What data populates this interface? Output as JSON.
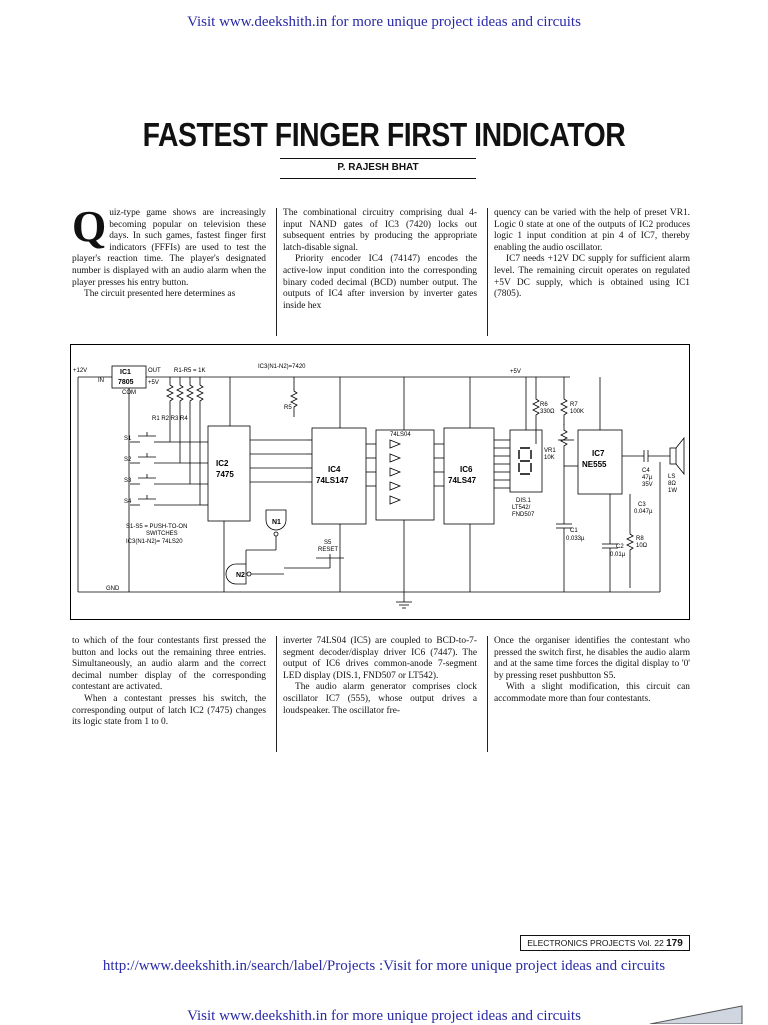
{
  "banner_top": "Visit www.deekshith.in for more unique project ideas and circuits",
  "title": "FASTEST FINGER FIRST INDICATOR",
  "author": "P. RAJESH BHAT",
  "columns_top": {
    "col1_dropcap": "Q",
    "col1_p1": "uiz-type game shows are increasingly becoming popular on television these days. In such games, fastest finger first indicators (FFFIs) are used to test the player's reaction time. The player's designated number is displayed with an audio alarm when the player presses his entry button.",
    "col1_p2": "The circuit presented here determines as",
    "col2_p1": "The combinational circuitry comprising dual 4-input NAND gates of IC3 (7420) locks out subsequent entries by producing the appropriate latch-disable signal.",
    "col2_p2": "Priority encoder IC4 (74147) encodes the active-low input condition into the corresponding binary coded decimal (BCD) number output. The outputs of IC4 after inversion by inverter gates inside hex",
    "col3_p1": "quency can be varied with the help of preset VR1. Logic 0 state at one of the outputs of IC2 produces logic 1 input condition at pin 4 of IC7, thereby enabling the audio oscillator.",
    "col3_p2": "IC7 needs +12V DC supply for sufficient alarm level. The remaining circuit operates on regulated +5V DC supply, which is obtained using IC1 (7805)."
  },
  "columns_bottom": {
    "col1_p1": "to which of the four contestants first pressed the button and locks out the remaining three entries. Simultaneously, an audio alarm and the correct decimal number display of the corresponding contestant are activated.",
    "col1_p2": "When a contestant presses his switch, the corresponding output of latch IC2 (7475) changes its logic state from 1 to 0.",
    "col2_p1": "inverter 74LS04 (IC5) are coupled to BCD-to-7-segment decoder/display driver IC6 (7447). The output of IC6 drives common-anode 7-segment LED display (DIS.1, FND507 or LT542).",
    "col2_p2": "The audio alarm generator comprises clock oscillator IC7 (555), whose output drives a loudspeaker. The oscillator fre-",
    "col3_p1": "Once the organiser identifies the contestant who pressed the switch first, he disables the audio alarm and at the same time forces the digital display to '0' by pressing reset pushbutton S5.",
    "col3_p2": "With a slight modification, this circuit can accommodate more than four contestants."
  },
  "schematic": {
    "v12": "+12V",
    "in": "IN",
    "out": "OUT",
    "com": "COM",
    "ic1": "IC1",
    "ic1_part": "7805",
    "v5": "+5V",
    "v5b": "+5V",
    "r1r5": "R1-R5 = 1K",
    "ic3_note": "IC3(N1-N2)=7420",
    "r_labels": "R1 R2 R3 R4",
    "r5": "R5",
    "s1": "S1",
    "s2": "S2",
    "s3": "S3",
    "s4": "S4",
    "ic2": "IC2",
    "ic2_part": "7475",
    "ic4": "IC4",
    "ic4_part": "74LS147",
    "ic5_part": "74LS04",
    "ic6": "IC6",
    "ic6_part": "74LS47",
    "ic7": "IC7",
    "ic7_part": "NE555",
    "n1": "N1",
    "n2": "N2",
    "s5": "S5",
    "reset": "RESET",
    "switch_note1": "S1-S5 = PUSH-TO-ON",
    "switch_note2": "SWITCHES",
    "switch_note3": "IC3(N1-N2)= 74LS20",
    "gnd": "GND",
    "r6": "R6",
    "r6_val": "330Ω",
    "r7": "R7",
    "r7_val": "100K",
    "vr1": "VR1",
    "vr1_val": "10K",
    "dis1": "DIS.1",
    "dis1_part": "LT542/",
    "dis1_part2": "FND507",
    "c1": "C1",
    "c1_val": "0.033µ",
    "c2": "C2",
    "c2_val": "0.01µ",
    "c3": "C3",
    "c3_val": "0.047µ",
    "c4": "C4",
    "c4_val": "47µ",
    "c4_v": "35V",
    "r8": "R8",
    "r8_val": "10Ω",
    "ls": "LS",
    "ls_val": "8Ω",
    "ls_w": "1W"
  },
  "footer_magazine": "ELECTRONICS PROJECTS Vol. 22",
  "footer_page": "179",
  "banner_mid": "http://www.deekshith.in/search/label/Projects :Visit for more unique project ideas and circuits",
  "banner_bottom": "Visit www.deekshith.in for more unique project ideas and circuits"
}
